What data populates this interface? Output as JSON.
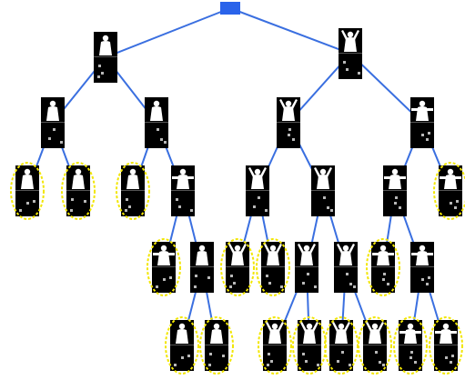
{
  "colors": {
    "edge": "#3a6fe0",
    "root": "#2a63ea",
    "leaf_marker": "#f2e600",
    "tile_bg": "#000000",
    "silhouette": "#ffffff",
    "feature": "#b8b8b8"
  },
  "tree": {
    "root": "root",
    "nodes": [
      {
        "id": "root",
        "kind": "root",
        "parent": null
      },
      {
        "id": "n1",
        "kind": "internal",
        "pose": "upright",
        "parent": "root"
      },
      {
        "id": "n2",
        "kind": "internal",
        "pose": "arms-up",
        "parent": "root"
      },
      {
        "id": "n3",
        "kind": "internal",
        "pose": "upright",
        "parent": "n1"
      },
      {
        "id": "n4",
        "kind": "internal",
        "pose": "upright",
        "parent": "n1"
      },
      {
        "id": "n5",
        "kind": "internal",
        "pose": "arms-up",
        "parent": "n2"
      },
      {
        "id": "n6",
        "kind": "internal",
        "pose": "arms-out",
        "parent": "n2"
      },
      {
        "id": "l1",
        "kind": "leaf",
        "pose": "upright",
        "parent": "n3"
      },
      {
        "id": "l2",
        "kind": "leaf",
        "pose": "upright",
        "parent": "n3"
      },
      {
        "id": "l3",
        "kind": "leaf",
        "pose": "upright",
        "parent": "n4"
      },
      {
        "id": "n7",
        "kind": "internal",
        "pose": "arms-out",
        "parent": "n4"
      },
      {
        "id": "n8",
        "kind": "internal",
        "pose": "arms-up",
        "parent": "n5"
      },
      {
        "id": "n9",
        "kind": "internal",
        "pose": "arms-up",
        "parent": "n5"
      },
      {
        "id": "n10",
        "kind": "internal",
        "pose": "arms-out",
        "parent": "n6"
      },
      {
        "id": "l4",
        "kind": "leaf",
        "pose": "arms-out",
        "parent": "n6"
      },
      {
        "id": "l5",
        "kind": "leaf",
        "pose": "arms-out",
        "parent": "n7"
      },
      {
        "id": "n11",
        "kind": "internal",
        "pose": "upright",
        "parent": "n7"
      },
      {
        "id": "l6",
        "kind": "leaf",
        "pose": "arms-up",
        "parent": "n8"
      },
      {
        "id": "l7",
        "kind": "leaf",
        "pose": "arms-up",
        "parent": "n8"
      },
      {
        "id": "n12",
        "kind": "internal",
        "pose": "arms-up",
        "parent": "n9"
      },
      {
        "id": "n13",
        "kind": "internal",
        "pose": "arms-up",
        "parent": "n9"
      },
      {
        "id": "l8",
        "kind": "leaf",
        "pose": "arms-out",
        "parent": "n10"
      },
      {
        "id": "n14",
        "kind": "internal",
        "pose": "arms-out",
        "parent": "n10"
      },
      {
        "id": "l9",
        "kind": "leaf",
        "pose": "upright",
        "parent": "n11"
      },
      {
        "id": "l10",
        "kind": "leaf",
        "pose": "upright",
        "parent": "n11"
      },
      {
        "id": "l11",
        "kind": "leaf",
        "pose": "arms-up",
        "parent": "n12"
      },
      {
        "id": "l12",
        "kind": "leaf",
        "pose": "arms-up",
        "parent": "n12"
      },
      {
        "id": "l13",
        "kind": "leaf",
        "pose": "arms-up",
        "parent": "n13"
      },
      {
        "id": "l14",
        "kind": "leaf",
        "pose": "arms-up",
        "parent": "n13"
      },
      {
        "id": "l15",
        "kind": "leaf",
        "pose": "arms-out",
        "parent": "n14"
      },
      {
        "id": "l16",
        "kind": "leaf",
        "pose": "arms-out",
        "parent": "n14"
      }
    ]
  }
}
